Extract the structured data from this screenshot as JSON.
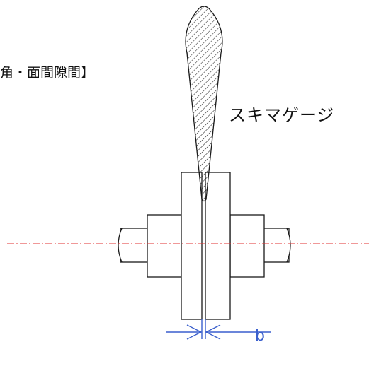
{
  "title": "角・面間隙間】",
  "gauge_label": "スキマゲージ",
  "gap_label": "b",
  "colors": {
    "outline": "#1a1a1a",
    "centerline": "#e03030",
    "dimension": "#3a5fcd"
  }
}
